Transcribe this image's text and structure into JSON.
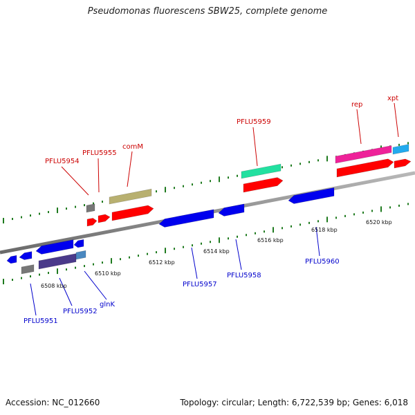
{
  "title": "Pseudomonas fluorescens SBW25, complete genome",
  "footer": {
    "accession": "Accession: NC_012660",
    "summary": "Topology: circular; Length: 6,722,539 bp; Genes: 6,018"
  },
  "colors": {
    "axis": "#8c8c8c",
    "tick": "#1e7a1e",
    "forward_label": "#cc0000",
    "reverse_label": "#0000cc"
  },
  "scale_labels": [
    "6508 kbp",
    "6510 kbp",
    "6512 kbp",
    "6514 kbp",
    "6516 kbp",
    "6518 kbp",
    "6520 kbp"
  ],
  "features": {
    "forward": [
      {
        "label": "PFLU5954",
        "color": "#777777"
      },
      {
        "label": "PFLU5955",
        "color": "#ff0000"
      },
      {
        "label": "comM",
        "color": "#b8b070"
      },
      {
        "label": "PFLU5959",
        "color": "#22e0a0"
      },
      {
        "label": "rep",
        "color": "#ee2299"
      },
      {
        "label": "xpt",
        "color": "#22aaee"
      }
    ],
    "reverse": [
      {
        "label": "PFLU5951",
        "color": "#777777"
      },
      {
        "label": "PFLU5952",
        "color": "#4a3a8a"
      },
      {
        "label": "glnK",
        "color": "#4a88c0"
      },
      {
        "label": "PFLU5957",
        "color": "#0000ee"
      },
      {
        "label": "PFLU5958",
        "color": "#0000ee"
      },
      {
        "label": "PFLU5960",
        "color": "#0000ee"
      }
    ]
  }
}
